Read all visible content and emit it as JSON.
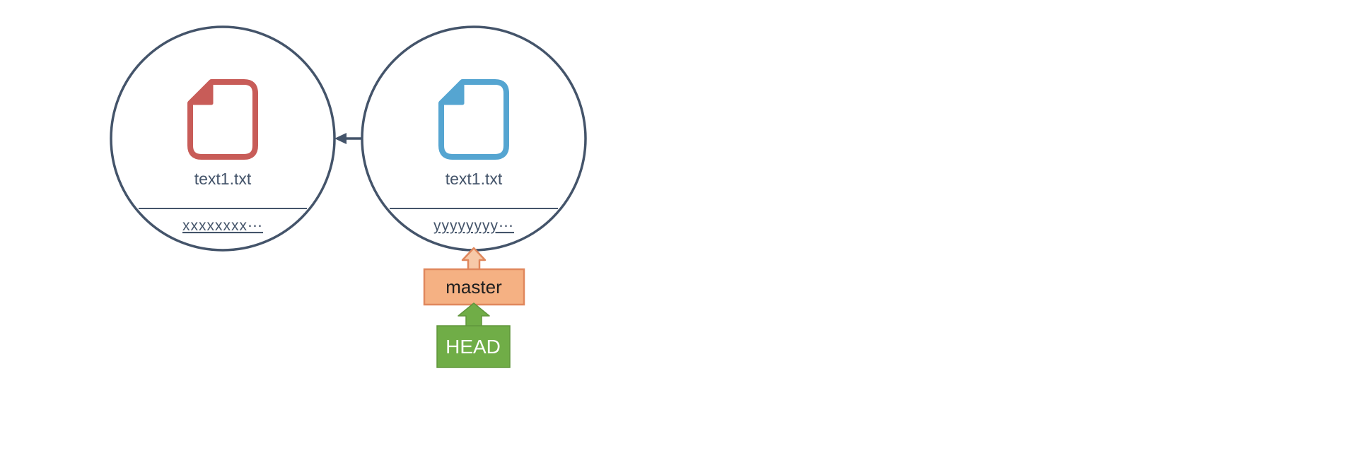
{
  "diagram": {
    "commits": [
      {
        "file_label": "text1.txt",
        "hash_label": "xxxxxxxx⋯",
        "file_color": "#C85C58"
      },
      {
        "file_label": "text1.txt",
        "hash_label": "yyyyyyyy⋯",
        "file_color": "#55A5D1"
      }
    ],
    "branch": {
      "label": "master",
      "fill": "#F5B183",
      "border": "#E0875C",
      "arrow_fill": "#F7C9A8",
      "text_color": "#1F1F1F"
    },
    "head": {
      "label": "HEAD",
      "fill": "#70AD47",
      "border": "#60963C",
      "text_color": "#FFFFFF"
    },
    "colors": {
      "outline": "#44546A",
      "text": "#44546A",
      "background": "#FFFFFF"
    }
  }
}
